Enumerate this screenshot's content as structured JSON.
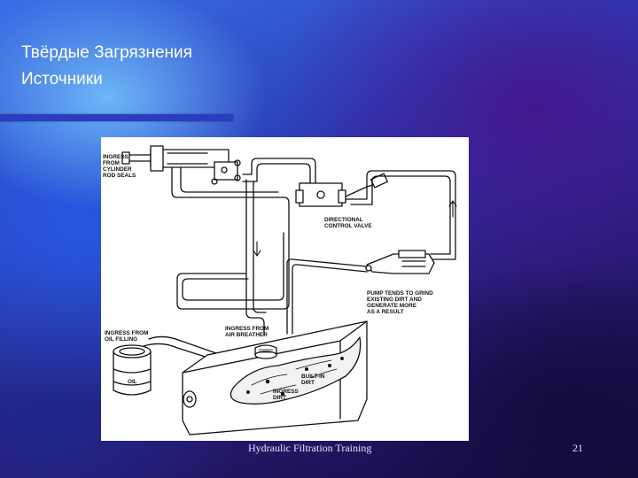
{
  "slide": {
    "title_line1": "Твёрдые Загрязнения",
    "title_line2": "Источники",
    "footer": "Hydraulic Filtration Training",
    "slide_number": "21"
  },
  "diagram": {
    "labels": {
      "cylinder_line1": "INGRESS",
      "cylinder_line2": "FROM",
      "cylinder_line3": "CYLINDER",
      "cylinder_line4": "ROD SEALS",
      "valve_line1": "DIRECTIONAL",
      "valve_line2": "CONTROL VALVE",
      "pump_line1": "PUMP TENDS TO GRIND",
      "pump_line2": "EXISTING DIRT AND",
      "pump_line3": "GENERATE MORE",
      "pump_line4": "AS A RESULT",
      "oil_fill_line1": "INGRESS FROM",
      "oil_fill_line2": "OIL FILLING",
      "breather_line1": "INGRESS FROM",
      "breather_line2": "AIR BREATHER",
      "oil_drum": "OIL",
      "builtin_line1": "BUILT-IN",
      "builtin_line2": "DIRT",
      "ingress_dirt_line1": "INGRESS",
      "ingress_dirt_line2": "DIRT"
    }
  }
}
